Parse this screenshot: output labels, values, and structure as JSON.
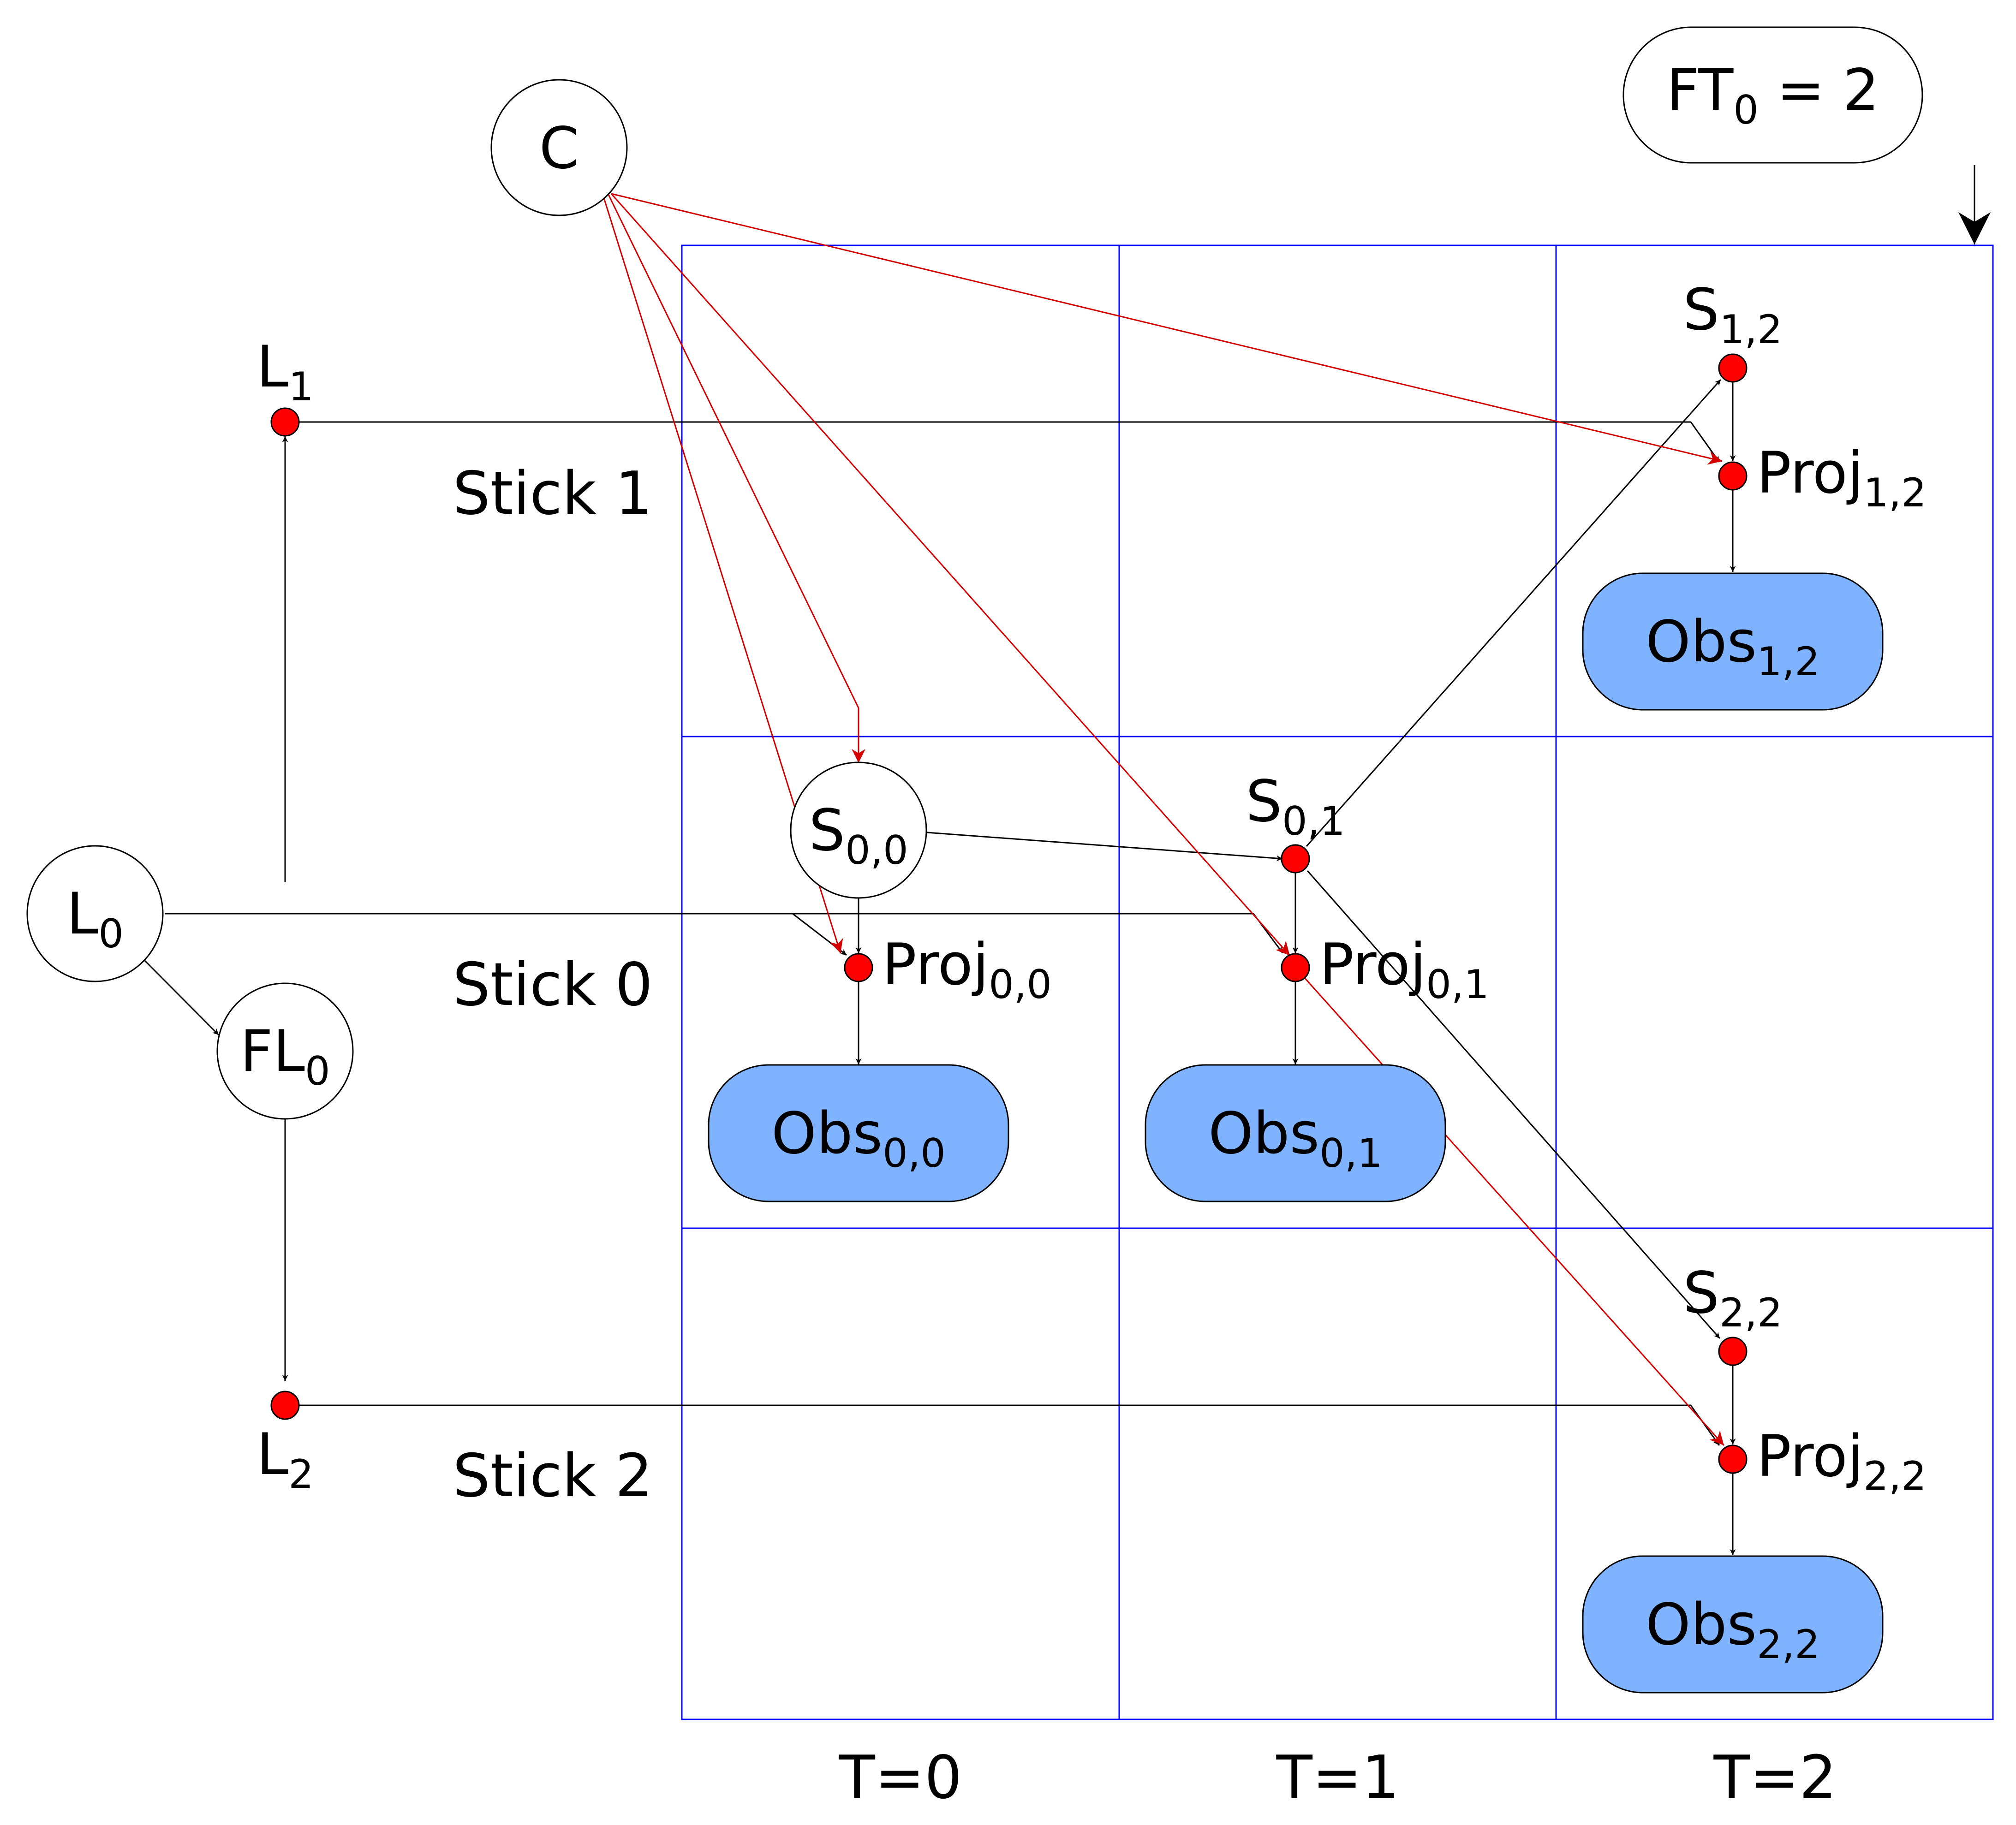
{
  "nodes": {
    "C": {
      "label": "C"
    },
    "FT0": {
      "label": "FT",
      "sub": "0",
      "suffix": " = 2"
    },
    "L0": {
      "label": "L",
      "sub": "0"
    },
    "L1": {
      "label": "L",
      "sub": "1"
    },
    "L2": {
      "label": "L",
      "sub": "2"
    },
    "FL0": {
      "label": "FL",
      "sub": "0"
    },
    "S00": {
      "label": "S",
      "sub": "0,0"
    },
    "S01": {
      "label": "S",
      "sub": "0,1"
    },
    "S12": {
      "label": "S",
      "sub": "1,2"
    },
    "S22": {
      "label": "S",
      "sub": "2,2"
    },
    "P00": {
      "label": "Proj",
      "sub": "0,0"
    },
    "P01": {
      "label": "Proj",
      "sub": "0,1"
    },
    "P12": {
      "label": "Proj",
      "sub": "1,2"
    },
    "P22": {
      "label": "Proj",
      "sub": "2,2"
    },
    "O00": {
      "label": "Obs",
      "sub": "0,0"
    },
    "O01": {
      "label": "Obs",
      "sub": "0,1"
    },
    "O12": {
      "label": "Obs",
      "sub": "1,2"
    },
    "O22": {
      "label": "Obs",
      "sub": "2,2"
    }
  },
  "rows": [
    "Stick 1",
    "Stick 0",
    "Stick 2"
  ],
  "columns": [
    "T=0",
    "T=1",
    "T=2"
  ],
  "colors": {
    "grid": "#0000ff",
    "observed_fill": "#80b3ff",
    "point_fill": "#ff0000",
    "camera_edge": "#d40000",
    "edge": "#000000"
  }
}
